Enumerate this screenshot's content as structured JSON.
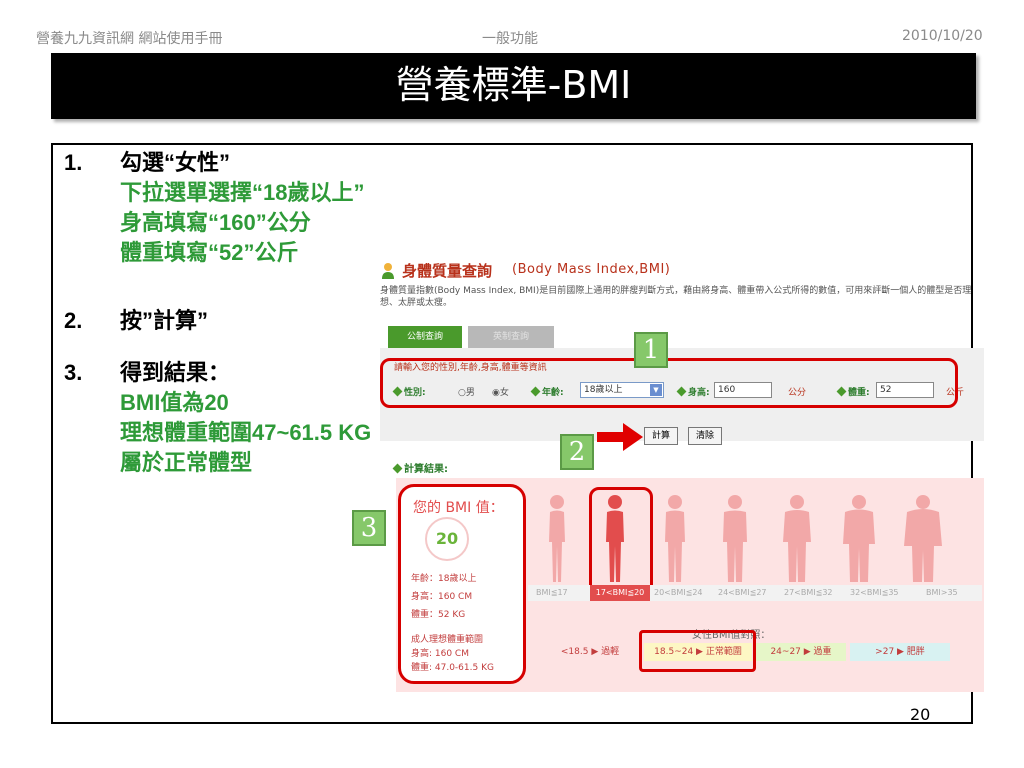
{
  "header": {
    "left": "營養九九資訊網 網站使用手冊",
    "center": "一般功能",
    "right": "2010/10/20"
  },
  "title": "營養標準-BMI",
  "steps": [
    {
      "num": "1.",
      "lines": [
        {
          "text": "勾選“女性”",
          "color": "#000000"
        },
        {
          "text": "下拉選單選擇“18歲以上”",
          "color": "#2e9a38"
        },
        {
          "text": "身高填寫“160”公分",
          "color": "#2e9a38"
        },
        {
          "text": "體重填寫“52”公斤",
          "color": "#2e9a38"
        }
      ]
    },
    {
      "num": "2.",
      "lines": [
        {
          "text": "按”計算”",
          "color": "#000000"
        }
      ]
    },
    {
      "num": "3.",
      "lines": [
        {
          "text": "得到結果：",
          "color": "#000000"
        },
        {
          "text": "BMI值為20",
          "color": "#2e9a38"
        },
        {
          "text": "理想體重範圍47~61.5 KG",
          "color": "#2e9a38"
        },
        {
          "text": "屬於正常體型",
          "color": "#2e9a38"
        }
      ]
    }
  ],
  "screenshot": {
    "title": "身體質量查詢",
    "title_en": "(Body Mass Index,BMI)",
    "description": "身體質量指數(Body Mass Index, BMI)是目前國際上通用的胖瘦判斷方式，藉由將身高、體重帶入公式所得的數值，可用來評斷一個人的體型是否理想、太胖或太瘦。",
    "tabs": [
      "公制查詢",
      "英制查詢"
    ],
    "form_hint": "請輸入您的性別,年齡,身高,體重等資訊",
    "gender_label": "性別:",
    "gender_male": "男",
    "gender_female": "女",
    "age_label": "年齡:",
    "age_value": "18歲以上",
    "height_label": "身高:",
    "height_value": "160",
    "height_unit": "公分",
    "weight_label": "體重:",
    "weight_value": "52",
    "weight_unit": "公斤",
    "calc_button": "計算",
    "clear_button": "清除",
    "result_label": "計算結果:",
    "bmi_label": "您的 BMI 值：",
    "bmi_value": "20",
    "info_age": "年齡：18歲以上",
    "info_height": "身高：160 CM",
    "info_weight": "體重：52 KG",
    "ideal_title": "成人理想體重範圍",
    "ideal_height": "身高: 160 CM",
    "ideal_weight": "體重: 47.0-61.5 KG",
    "ranges": [
      "BMI≦17",
      "17<BMI≦20",
      "20<BMI≦24",
      "24<BMI≦27",
      "27<BMI≦32",
      "32<BMI≦35",
      "BMI>35"
    ],
    "chart_title": "女性BMI值對照：",
    "categories": [
      {
        "label": "<18.5 ▶ 過輕",
        "bg": "#fde3e3",
        "color": "#c23c3c"
      },
      {
        "label": "18.5~24 ▶ 正常範圍",
        "bg": "#fdf7c4",
        "color": "#c23c3c"
      },
      {
        "label": "24~27 ▶ 過重",
        "bg": "#e6f6c8",
        "color": "#c23c3c"
      },
      {
        "label": ">27 ▶ 肥胖",
        "bg": "#d8f2f2",
        "color": "#c23c3c"
      }
    ]
  },
  "badges": [
    "1",
    "2",
    "3"
  ],
  "page_number": "20"
}
